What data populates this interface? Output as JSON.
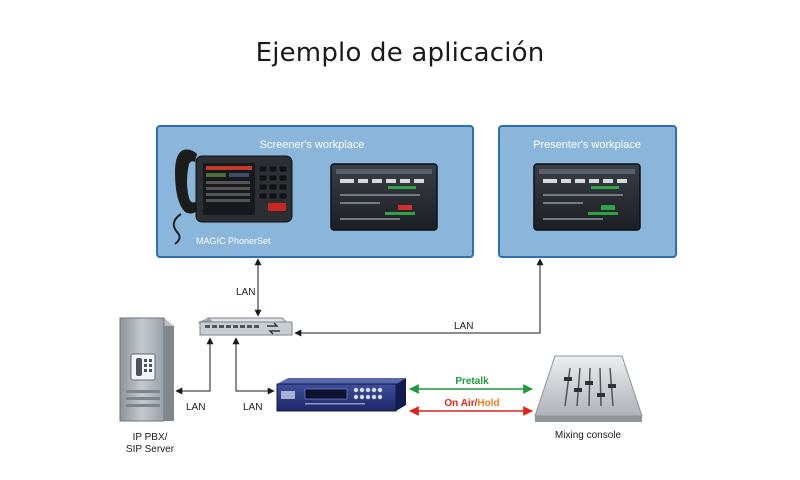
{
  "title": "Ejemplo de aplicación",
  "nodes": {
    "screener_box": "Screener's workplace",
    "presenter_box": "Presenter's workplace",
    "phoneset": "MAGIC PhonerSet",
    "pbx_line1": "IP PBX/",
    "pbx_line2": "SIP Server",
    "mixing_console": "Mixing console"
  },
  "links": {
    "lan_vertical": "LAN",
    "lan_presenter": "LAN",
    "lan_pbx": "LAN",
    "lan_device": "LAN",
    "pretalk": "Pretalk",
    "on_air": "On Air",
    "slash": "/",
    "hold": "Hold"
  },
  "colors": {
    "workplace_fill": "#8ab6dc",
    "workplace_border": "#2d6fb2",
    "pretalk": "#1f9a3a",
    "on_air": "#e2231a",
    "hold": "#f07f1c",
    "line": "#1a1a1a"
  }
}
